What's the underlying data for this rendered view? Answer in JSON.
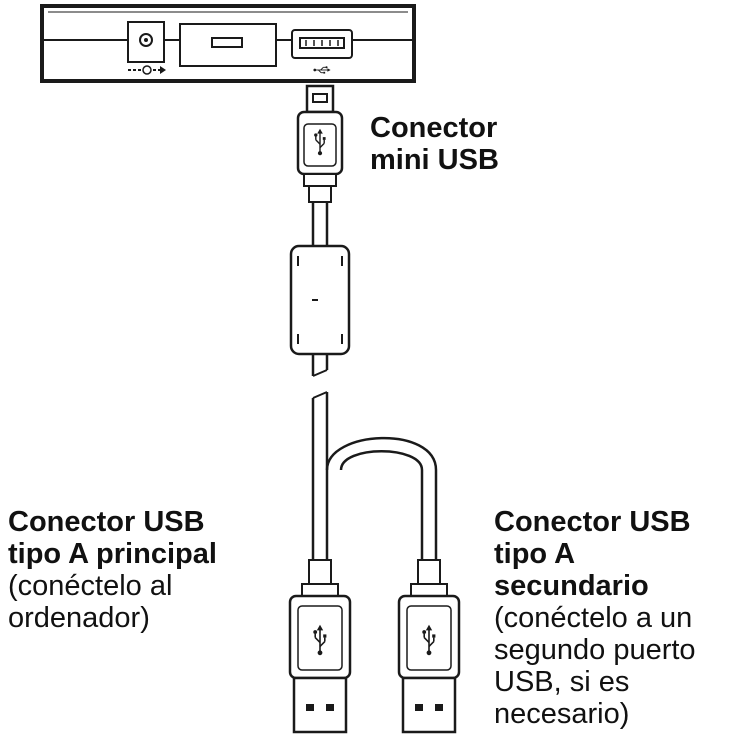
{
  "labels": {
    "mini_usb": {
      "line1": "Conector",
      "line2": "mini USB"
    },
    "primary_usb_a": {
      "line1": "Conector USB",
      "line2": "tipo A principal",
      "note1": "(conéctelo al",
      "note2": "ordenador)"
    },
    "secondary_usb_a": {
      "line1": "Conector USB",
      "line2": "tipo A",
      "line3": "secundario",
      "note1": "(conéctelo a un",
      "note2": "segundo puerto",
      "note3": "USB, si es",
      "note4": "necesario)"
    }
  },
  "icons": [
    "usb-icon",
    "power-input-icon",
    "ferrite-core-icon"
  ],
  "colors": {
    "line": "#1a1a1a",
    "fill": "#ffffff"
  }
}
